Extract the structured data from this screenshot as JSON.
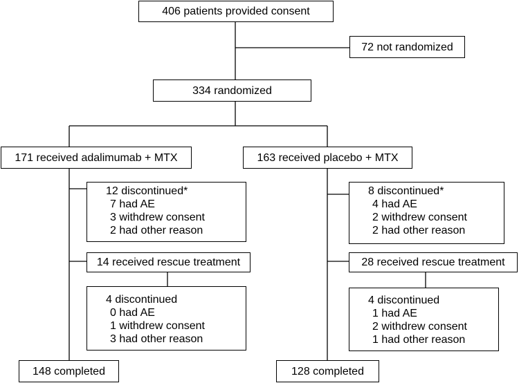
{
  "consent": "406 patients provided consent",
  "not_randomized": "72 not randomized",
  "randomized": "334 randomized",
  "arms": [
    {
      "received": "171 received adalimumab + MTX",
      "discontinued_1": {
        "title": "12 discontinued*",
        "lines": [
          "7 had AE",
          "3 withdrew consent",
          "2 had other reason"
        ]
      },
      "rescue": "14 received rescue treatment",
      "discontinued_2": {
        "title": "4 discontinued",
        "lines": [
          "0 had AE",
          "1 withdrew consent",
          "3 had other reason"
        ]
      },
      "completed": "148 completed"
    },
    {
      "received": "163 received placebo + MTX",
      "discontinued_1": {
        "title": "8 discontinued*",
        "lines": [
          "4 had AE",
          "2 withdrew consent",
          "2 had other reason"
        ]
      },
      "rescue": "28 received rescue treatment",
      "discontinued_2": {
        "title": "4 discontinued",
        "lines": [
          "1 had AE",
          "2 withdrew consent",
          "1 had other reason"
        ]
      },
      "completed": "128 completed"
    }
  ]
}
